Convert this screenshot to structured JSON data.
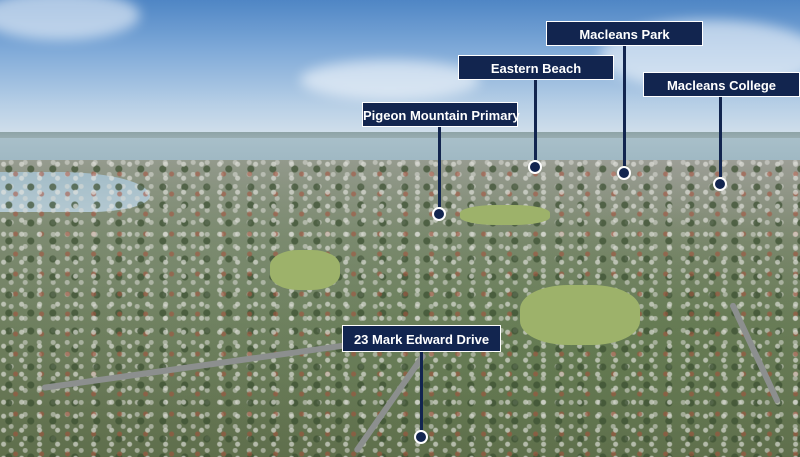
{
  "image": {
    "description_colors": {
      "label_background": "#12254f",
      "label_text": "#ffffff"
    }
  },
  "labels": {
    "macleans_park": "Macleans Park",
    "eastern_beach": "Eastern Beach",
    "macleans_college": "Macleans College",
    "pigeon_mountain_primary": "Pigeon Mountain Primary",
    "mark_edward_drive": "23 Mark Edward Drive"
  }
}
